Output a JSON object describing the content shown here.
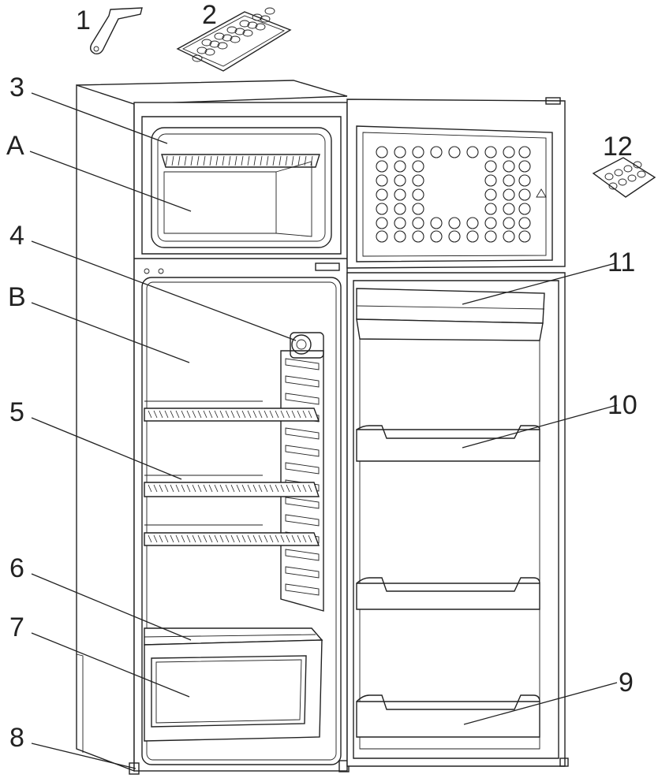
{
  "callouts": [
    {
      "id": "1",
      "text": "1"
    },
    {
      "id": "2",
      "text": "2"
    },
    {
      "id": "3",
      "text": "3"
    },
    {
      "id": "A",
      "text": "A"
    },
    {
      "id": "4",
      "text": "4"
    },
    {
      "id": "B",
      "text": "B"
    },
    {
      "id": "5",
      "text": "5"
    },
    {
      "id": "6",
      "text": "6"
    },
    {
      "id": "7",
      "text": "7"
    },
    {
      "id": "8",
      "text": "8"
    },
    {
      "id": "9",
      "text": "9"
    },
    {
      "id": "10",
      "text": "10"
    },
    {
      "id": "11",
      "text": "11"
    },
    {
      "id": "12",
      "text": "12"
    }
  ],
  "colors": {
    "line": "#222222",
    "background": "#ffffff"
  }
}
